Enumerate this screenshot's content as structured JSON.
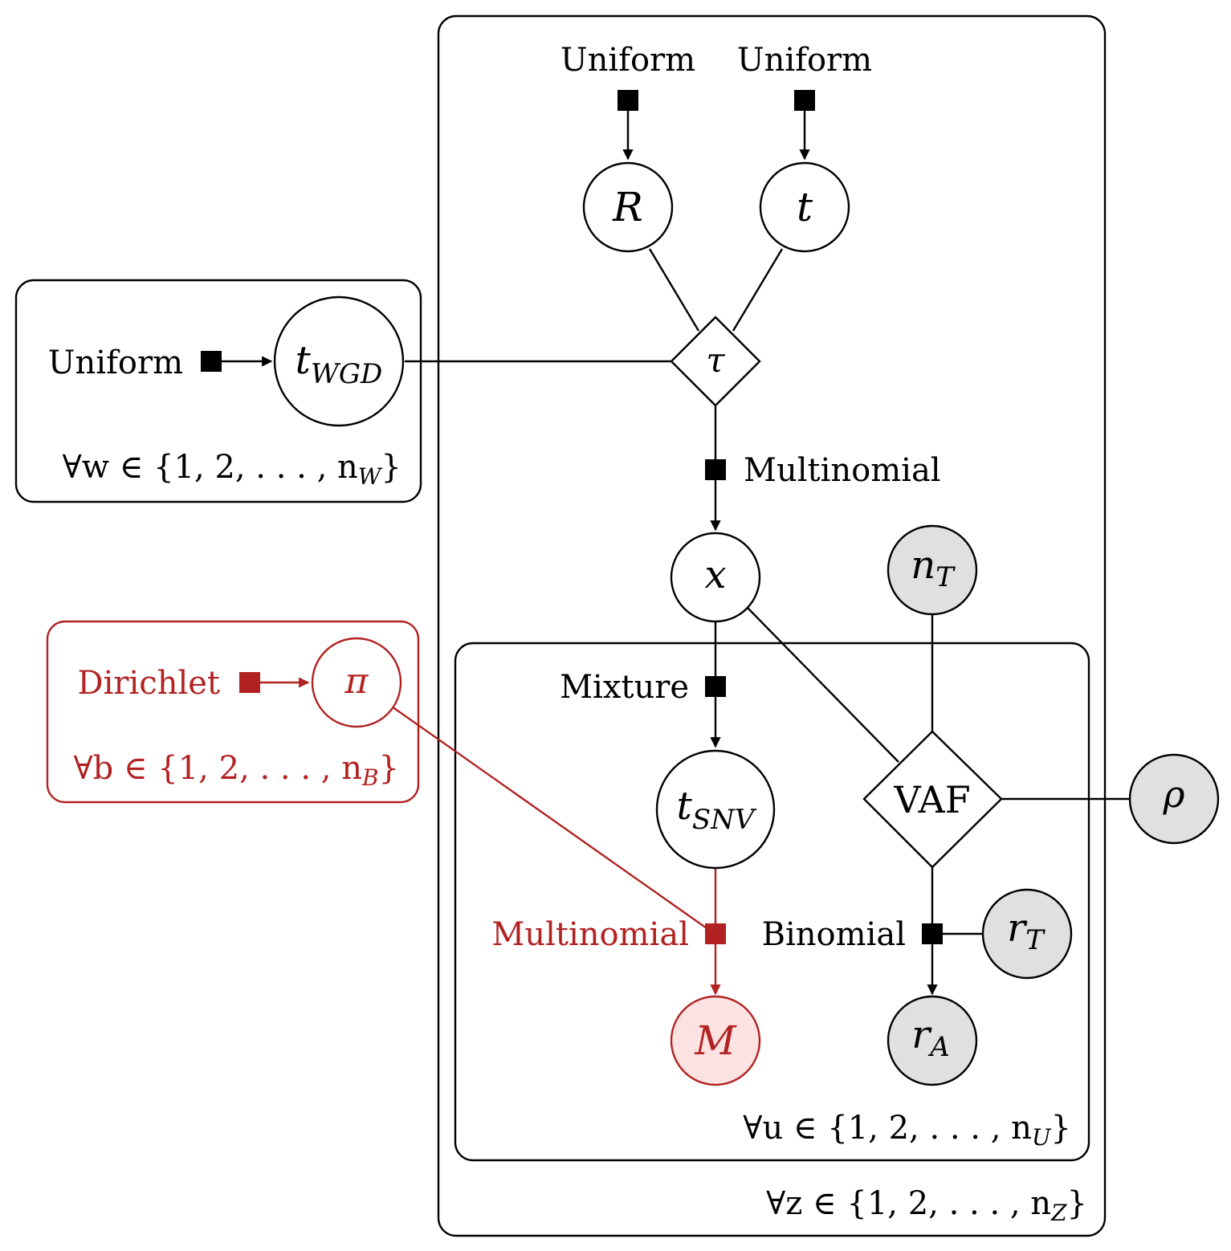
{
  "colors": {
    "black": "#000000",
    "red": "#b22222",
    "observed_fill": "#e0e0e0",
    "red_observed_fill": "#fde2e2"
  },
  "plates": {
    "z": "∀z ∈ {1, 2, . . . , n",
    "z_sub": "Z",
    "z_close": "}",
    "w": "∀w ∈ {1, 2, . . . , n",
    "w_sub": "W",
    "w_close": "}",
    "u": "∀u ∈ {1, 2, . . . , n",
    "u_sub": "U",
    "u_close": "}",
    "b": "∀b ∈ {1, 2, . . . , n",
    "b_sub": "B",
    "b_close": "}"
  },
  "nodes": {
    "R": "R",
    "t": "t",
    "t_wgd": "t",
    "t_wgd_sub": "WGD",
    "tau": "τ",
    "x": "x",
    "n_T": "n",
    "n_T_sub": "T",
    "pi": "π",
    "t_snv": "t",
    "t_snv_sub": "SNV",
    "vaf": "VAF",
    "rho": "ρ",
    "r_T": "r",
    "r_T_sub": "T",
    "M": "M",
    "r_A": "r",
    "r_A_sub": "A"
  },
  "factors": {
    "uniform_R": "Uniform",
    "uniform_t": "Uniform",
    "uniform_wgd": "Uniform",
    "multinomial_x": "Multinomial",
    "dirichlet": "Dirichlet",
    "mixture": "Mixture",
    "multinomial_M": "Multinomial",
    "binomial": "Binomial"
  }
}
